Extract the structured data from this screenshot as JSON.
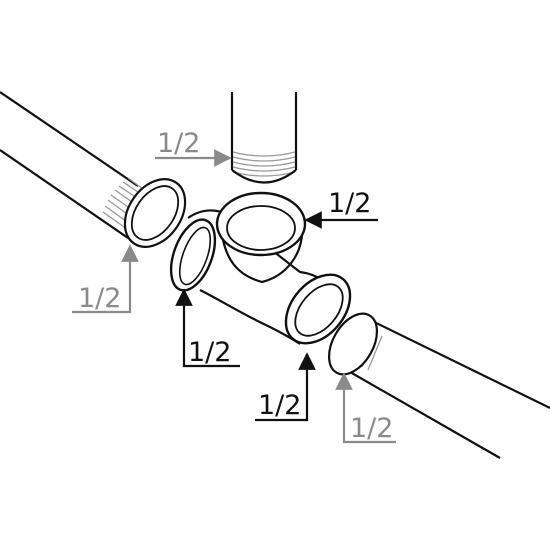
{
  "labels": {
    "top_pipe": "1/2",
    "tee_top": "1/2",
    "left_pipe": "1/2",
    "tee_left": "1/2",
    "tee_right": "1/2",
    "right_pipe": "1/2"
  },
  "colors": {
    "line": "#111111",
    "callout_gray": "#8a8a8a",
    "background": "#ffffff"
  }
}
